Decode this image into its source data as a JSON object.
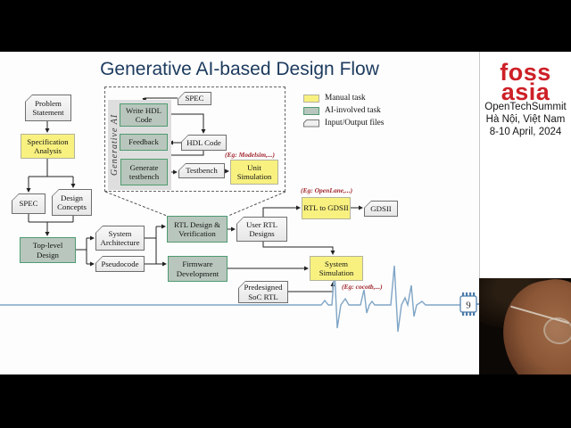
{
  "title": "Generative AI-based Design Flow",
  "legend": {
    "manual": "Manual task",
    "ai": "AI-involved task",
    "io": "Input/Output files"
  },
  "generative_ai_label": "Generative AI",
  "nodes": {
    "problem_statement": "Problem Statement",
    "specification_analysis": "Specification Analysis",
    "spec": "SPEC",
    "design_concepts": "Design Concepts",
    "top_level_design": "Top-level Design",
    "system_architecture": "System Architecture",
    "pseudocode": "Pseudocode",
    "rtl_design_verification": "RTL Design & Verification",
    "user_rtl_designs": "User RTL Designs",
    "firmware_development": "Firmware Development",
    "predesigned_soc_rtl": "Predesigned SoC RTL",
    "rtl_to_gdsii": "RTL to GDSII",
    "gdsii": "GDSII",
    "system_simulation": "System Simulation",
    "inner_spec": "SPEC",
    "write_hdl_code": "Write HDL Code",
    "feedback": "Feedback",
    "generate_testbench": "Generate testbench",
    "hdl_code": "HDL Code",
    "testbench": "Testbench",
    "unit_simulation": "Unit Simulation"
  },
  "annotations": {
    "modelsim": "(Eg: Modelsim,...)",
    "openlane": "(Eg: OpenLane,...)",
    "cocotb": "(Eg: cocotb,...)"
  },
  "page_number": "9",
  "sidebar": {
    "logo_top": "foss",
    "logo_bottom": "asia",
    "event": "OpenTechSummit",
    "location": "Hà Nội, Việt Nam",
    "dates": "8-10 April, 2024"
  },
  "colors": {
    "manual_task": "#f8f180",
    "ai_task_fill": "#b9c6bd",
    "ai_task_border": "#4e9b70",
    "io_fill": "#efefef",
    "title_text": "#1c3a5e",
    "annotation_text": "#a1252c",
    "ecg_line": "#7fa5c5",
    "logo_red": "#cd2027"
  }
}
